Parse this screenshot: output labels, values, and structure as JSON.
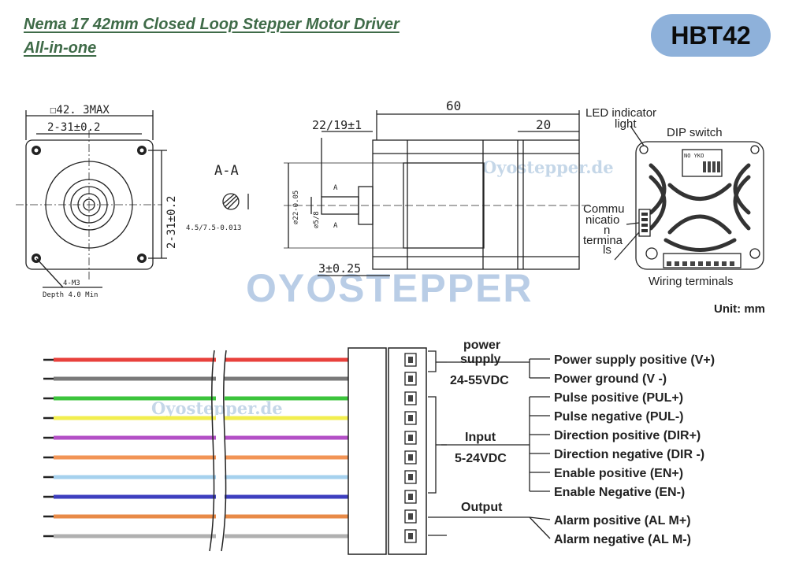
{
  "title_line1": "Nema 17 42mm Closed Loop Stepper Motor Driver",
  "title_line2": "All-in-one",
  "model": "HBT42",
  "watermark_big": "OYOSTEPPER",
  "watermark_small": "Oyostepper.de",
  "unit": "Unit: mm",
  "front_view": {
    "size": "☐42. 3MAX",
    "hole_spacing_h": "2-31±0.2",
    "hole_spacing_v": "2-31±0.2",
    "screw_note": "4-M3",
    "depth": "Depth 4.0 Min"
  },
  "section": {
    "label": "A-A",
    "dim": "4.5/7.5-0.013"
  },
  "side_view": {
    "length": "60",
    "shaft_len": "22/19±1",
    "rear_len": "20",
    "flange_dim": "3±0.25",
    "boss_dia": "⌀22-0.05",
    "shaft_dia": "⌀5/8",
    "section_mark": "A"
  },
  "rear_labels": {
    "led": [
      "LED indicator",
      "light"
    ],
    "dip": "DIP switch",
    "dip_text": "NO YKO",
    "comm": [
      "Commu",
      "nicatio",
      "n",
      "termina",
      "ls"
    ],
    "wiring": "Wiring terminals"
  },
  "groups": {
    "power": [
      "power",
      "supply",
      "24-55VDC"
    ],
    "input": [
      "Input",
      "5-24VDC"
    ],
    "output": "Output"
  },
  "pins": [
    "Power supply positive (V+)",
    "Power ground (V -)",
    "Pulse positive (PUL+)",
    "Pulse negative (PUL-)",
    "Direction positive (DIR+)",
    "Direction negative (DIR -)",
    "Enable positive (EN+)",
    "Enable Negative (EN-)",
    "Alarm positive (AL M+)",
    "Alarm negative (AL M-)"
  ],
  "wire_colors": [
    "#e8413c",
    "#7a7a7a",
    "#3cc43c",
    "#f2ee4e",
    "#b34fc6",
    "#f29455",
    "#a5d1ee",
    "#3d3fbf",
    "#e88a47",
    "#b0b0b0"
  ]
}
